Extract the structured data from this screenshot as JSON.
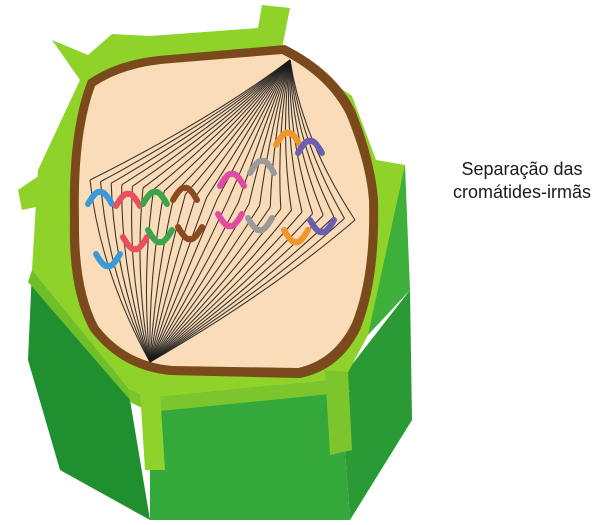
{
  "caption": {
    "line1": "Separação das",
    "line2": "cromátides-irmãs"
  },
  "colors": {
    "cell_wall_light": "#8fd22a",
    "cell_wall_mid": "#3db03c",
    "cell_wall_dark": "#1f8f2f",
    "membrane": "#7a4a1c",
    "cytoplasm": "#fbdcb8",
    "spindle_fibers": "#1a1a1a"
  },
  "chromosomes": {
    "top_group": [
      {
        "color": "#3a9ad9",
        "name": "blue"
      },
      {
        "color": "#e8505b",
        "name": "red"
      },
      {
        "color": "#3aa54a",
        "name": "green"
      },
      {
        "color": "#8b4a1e",
        "name": "brown"
      },
      {
        "color": "#e04aa0",
        "name": "magenta"
      },
      {
        "color": "#9a9a9a",
        "name": "gray"
      },
      {
        "color": "#f0962a",
        "name": "orange"
      },
      {
        "color": "#6a5fb0",
        "name": "purple"
      }
    ],
    "bottom_group": [
      {
        "color": "#3a9ad9",
        "name": "blue"
      },
      {
        "color": "#e8505b",
        "name": "red"
      },
      {
        "color": "#3aa54a",
        "name": "green"
      },
      {
        "color": "#8b4a1e",
        "name": "brown"
      },
      {
        "color": "#e04aa0",
        "name": "magenta"
      },
      {
        "color": "#9a9a9a",
        "name": "gray"
      },
      {
        "color": "#f0962a",
        "name": "orange"
      },
      {
        "color": "#6a5fb0",
        "name": "purple"
      }
    ]
  }
}
